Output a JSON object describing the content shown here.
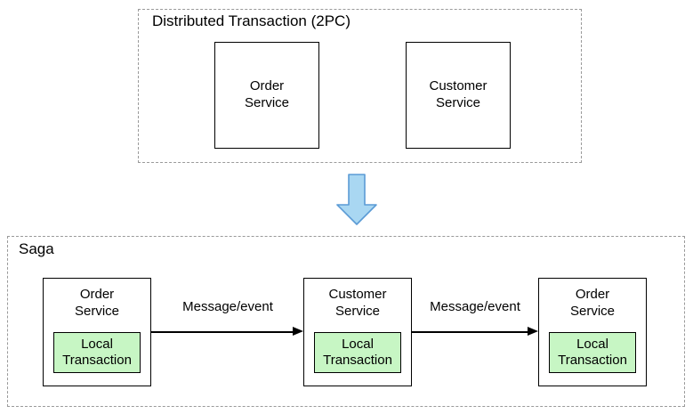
{
  "top_group": {
    "title": "Distributed Transaction (2PC)",
    "boxes": [
      {
        "label": "Order Service"
      },
      {
        "label": "Customer Service"
      }
    ]
  },
  "transition": {
    "icon": "down-block-arrow"
  },
  "bottom_group": {
    "title": "Saga",
    "services": [
      {
        "label": "Order Service",
        "local_label": "Local Transaction"
      },
      {
        "label": "Customer Service",
        "local_label": "Local Transaction"
      },
      {
        "label": "Order Service",
        "local_label": "Local Transaction"
      }
    ],
    "arrows": [
      {
        "label": "Message/event"
      },
      {
        "label": "Message/event"
      }
    ]
  },
  "colors": {
    "local_transaction_fill": "#c7f6c4",
    "down_arrow_fill": "#a9d7f2",
    "down_arrow_stroke": "#5b9bd5",
    "dashed_border": "#9a9a9a",
    "solid_border": "#000000"
  }
}
